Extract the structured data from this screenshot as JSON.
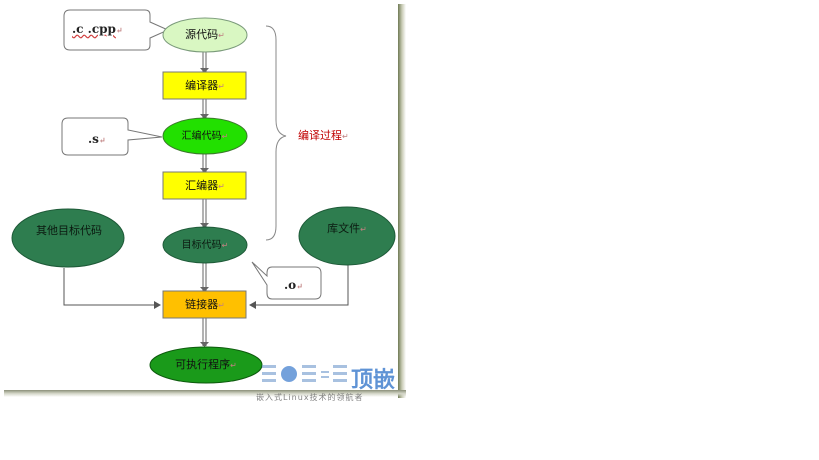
{
  "nodes": {
    "source": "源代码",
    "compiler": "编译器",
    "asm_code": "汇编代码",
    "assembler": "汇编器",
    "object_code": "目标代码",
    "other_objects": "其他目标代码",
    "library": "库文件",
    "linker": "链接器",
    "executable": "可执行程序"
  },
  "notes": {
    "source_ext": ".c .cpp",
    "asm_ext": ".s",
    "object_ext": ".o"
  },
  "brace_label": "编译过程",
  "watermark": {
    "logo": "顶嵌",
    "tagline": "嵌入式Linux技术的领航者"
  },
  "colors": {
    "pale_green": "#d9f7c2",
    "bright_green": "#22e000",
    "dark_green": "#2e7d4f",
    "box_yellow": "#ffff00",
    "box_orange": "#ffc000",
    "accent_red": "#c00000"
  }
}
